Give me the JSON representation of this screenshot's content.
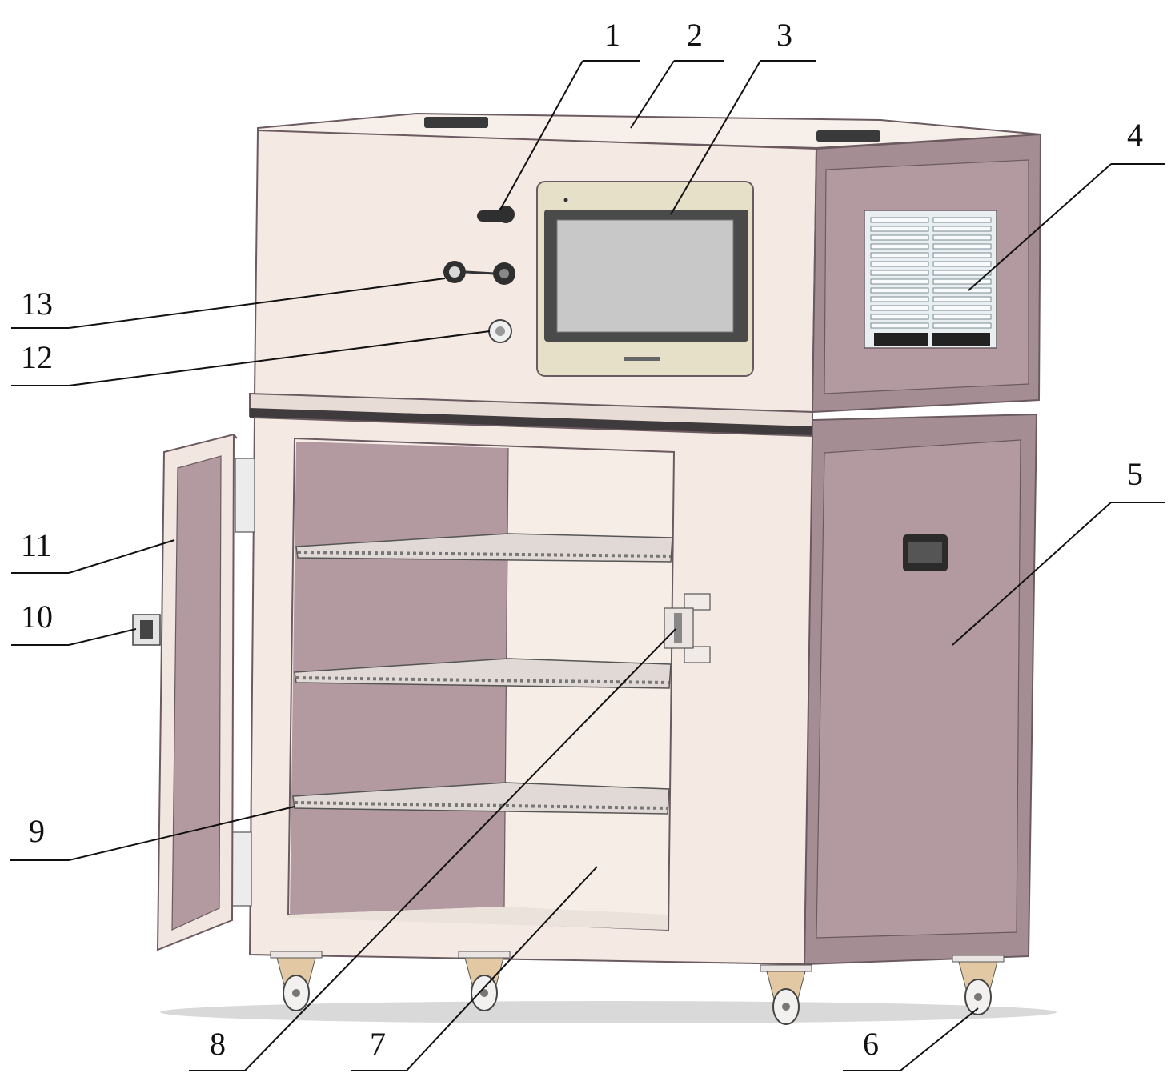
{
  "colors": {
    "cream": "#f4e9e3",
    "panel_mauve": "#b29aa0",
    "panel_dark": "#7f6970",
    "outline": "#6b5a60",
    "screen": "#c8c8c8",
    "caster": "#e2c9a4"
  },
  "callouts": [
    {
      "id": "1",
      "label": "1"
    },
    {
      "id": "2",
      "label": "2"
    },
    {
      "id": "3",
      "label": "3"
    },
    {
      "id": "4",
      "label": "4"
    },
    {
      "id": "5",
      "label": "5"
    },
    {
      "id": "6",
      "label": "6"
    },
    {
      "id": "7",
      "label": "7"
    },
    {
      "id": "8",
      "label": "8"
    },
    {
      "id": "9",
      "label": "9"
    },
    {
      "id": "10",
      "label": "10"
    },
    {
      "id": "11",
      "label": "11"
    },
    {
      "id": "12",
      "label": "12"
    },
    {
      "id": "13",
      "label": "13"
    }
  ]
}
